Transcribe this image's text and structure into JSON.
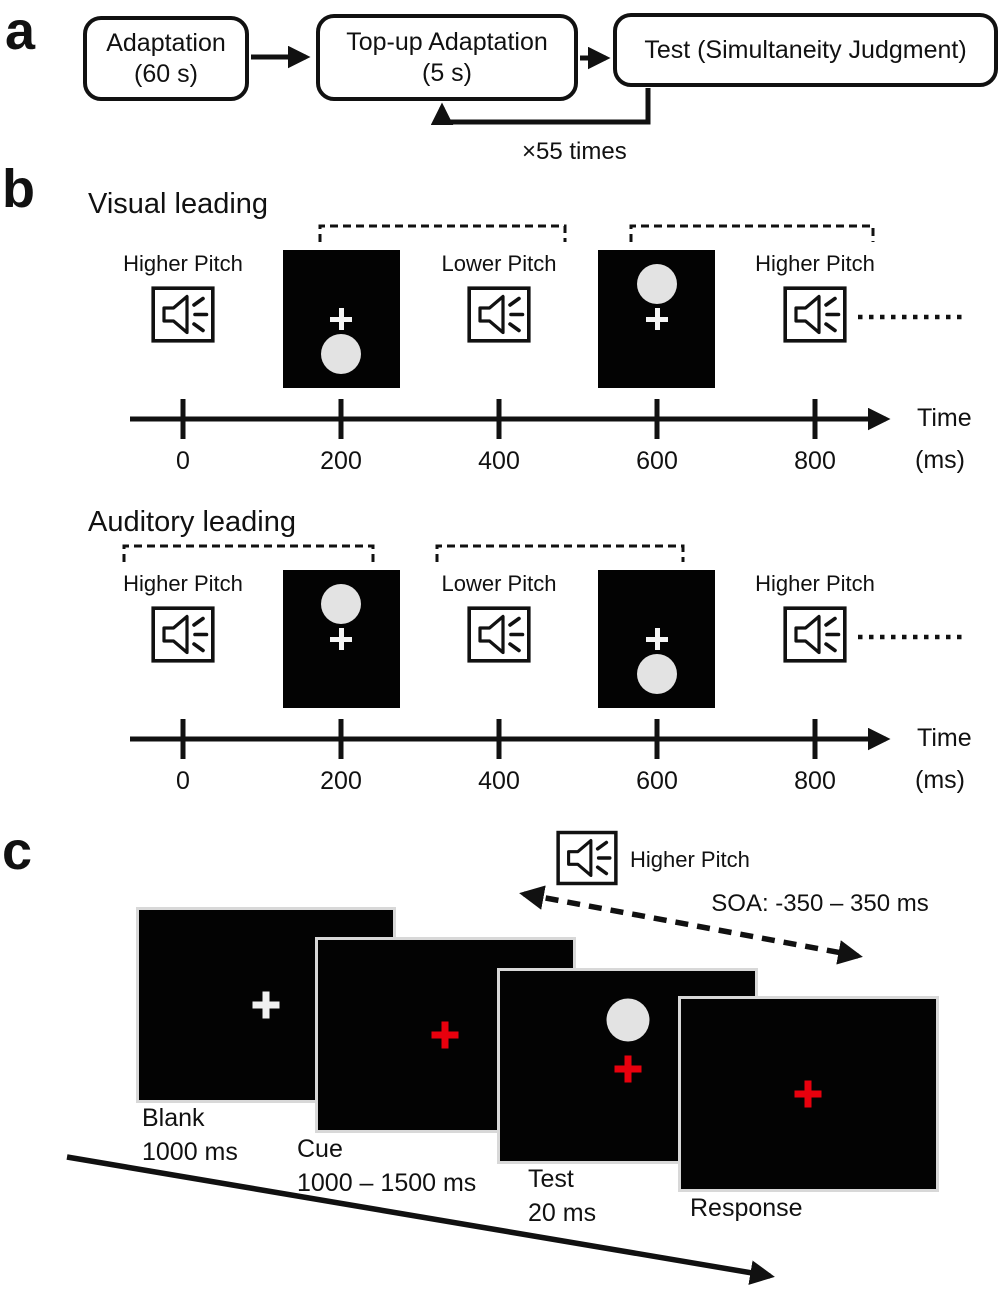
{
  "panel_a": {
    "label": "a",
    "boxes": [
      {
        "line1": "Adaptation",
        "line2": "(60 s)"
      },
      {
        "line1": "Top-up Adaptation",
        "line2": "(5 s)"
      },
      {
        "line1": "Test (Simultaneity Judgment)"
      }
    ],
    "loop_label": "×55 times"
  },
  "panel_b": {
    "label": "b",
    "sections": [
      {
        "title": "Visual leading",
        "sound_labels": [
          "Higher Pitch",
          "Lower Pitch",
          "Higher Pitch"
        ]
      },
      {
        "title": "Auditory leading",
        "sound_labels": [
          "Higher Pitch",
          "Lower Pitch",
          "Higher Pitch"
        ]
      }
    ],
    "axis": {
      "ticks": [
        "0",
        "200",
        "400",
        "600",
        "800"
      ],
      "label_line1": "Time",
      "label_line2": "(ms)"
    }
  },
  "panel_c": {
    "label": "c",
    "speaker_label": "Higher Pitch",
    "soa_label": "SOA: -350 – 350 ms",
    "screens": [
      {
        "name": "Blank",
        "duration": "1000 ms"
      },
      {
        "name": "Cue",
        "duration": "1000 – 1500 ms"
      },
      {
        "name": "Test",
        "duration": "20 ms"
      },
      {
        "name": "Response"
      }
    ]
  },
  "colors": {
    "ink": "#111111",
    "fixation_red": "#e8000d",
    "circle_grey": "#e3e3e3",
    "screen_black": "#030303"
  }
}
